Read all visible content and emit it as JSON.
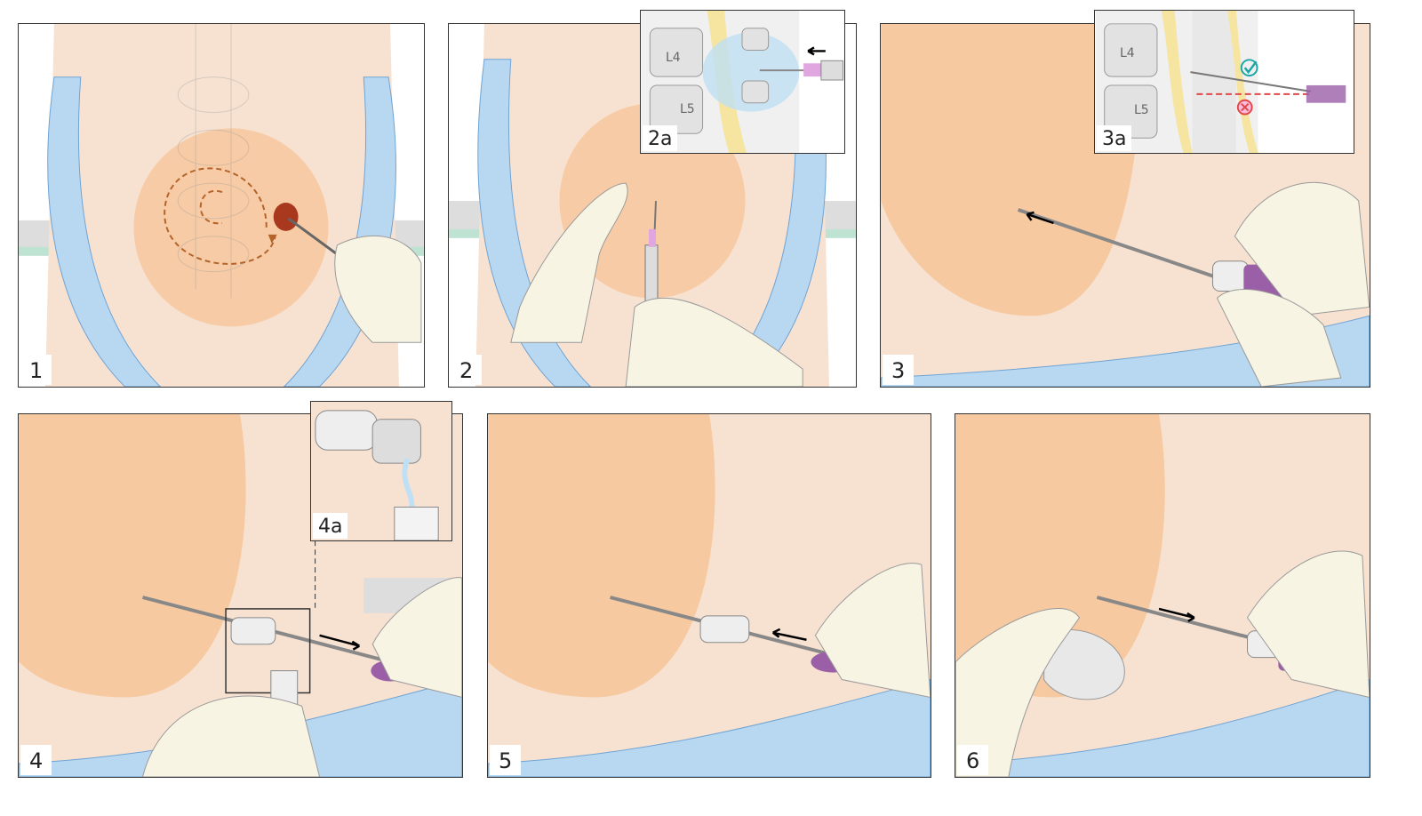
{
  "panels": [
    {
      "label": "1"
    },
    {
      "label": "2",
      "inset": {
        "label": "2a",
        "vertebrae": [
          "L4",
          "L5"
        ]
      }
    },
    {
      "label": "3",
      "inset": {
        "label": "3a",
        "vertebrae": [
          "L4",
          "L5"
        ]
      }
    },
    {
      "label": "4",
      "inset": {
        "label": "4a"
      }
    },
    {
      "label": "5"
    },
    {
      "label": "6"
    }
  ],
  "colors": {
    "skin": "#f7e2d2",
    "orange": "#f6c9a0",
    "drape": "#b8d7f1",
    "glove": "#f8f4e4",
    "check": "#1aa7a7",
    "cross": "#e04848"
  }
}
